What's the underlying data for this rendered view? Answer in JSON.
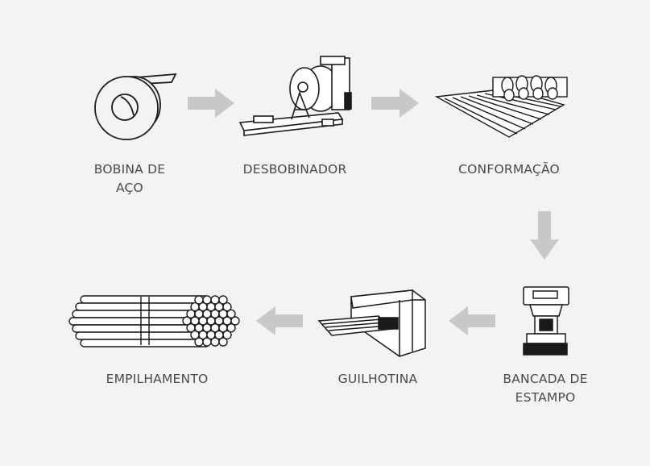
{
  "colors": {
    "background": "#f3f3f4",
    "arrow": "#c8c8c8",
    "line": "#1a1a1a",
    "label": "#4a4a4a"
  },
  "steps": [
    {
      "label_line1": "BOBINA DE",
      "label_line2": "AÇO",
      "icon": "steel-coil-icon"
    },
    {
      "label_line1": "DESBOBINADOR",
      "icon": "uncoiler-icon"
    },
    {
      "label_line1": "CONFORMAÇÃO",
      "icon": "roll-forming-icon"
    },
    {
      "label_line1": "BANCADA DE",
      "label_line2": "ESTAMPO",
      "icon": "stamping-press-icon"
    },
    {
      "label_line1": "GUILHOTINA",
      "icon": "guillotine-icon"
    },
    {
      "label_line1": "EMPILHAMENTO",
      "icon": "tube-stack-icon"
    }
  ]
}
